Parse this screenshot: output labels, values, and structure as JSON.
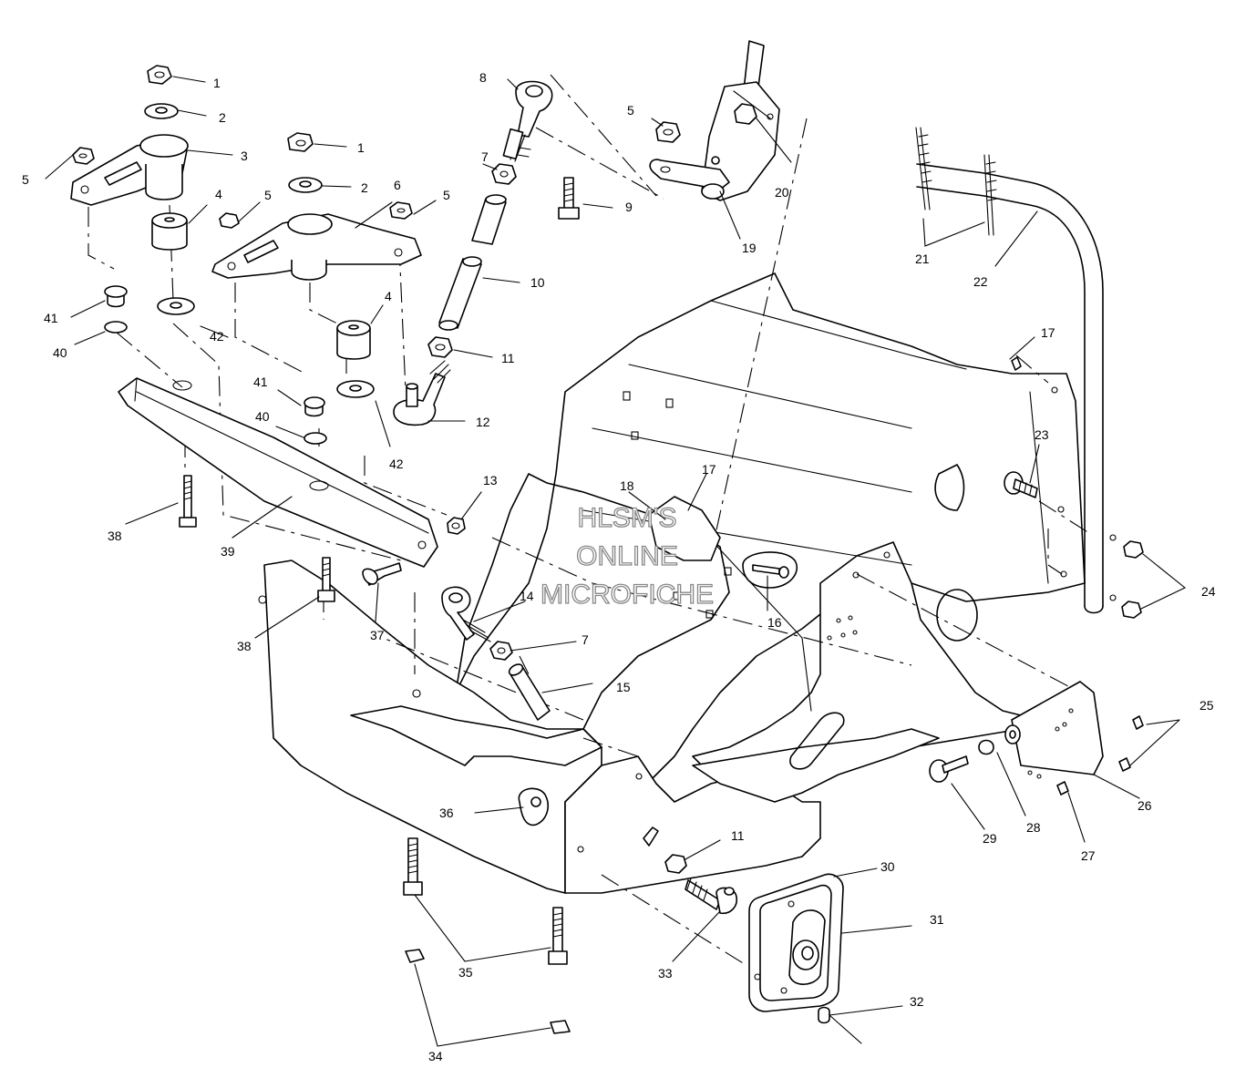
{
  "diagram": {
    "watermark": {
      "line1": "HLSM'S",
      "line2": "ONLINE",
      "line3": "MICROFICHE"
    },
    "callouts": {
      "c1a": "1",
      "c2a": "2",
      "c3": "3",
      "c5a": "5",
      "c4a": "4",
      "c41a": "41",
      "c40a": "40",
      "c1b": "1",
      "c2b": "2",
      "c6": "6",
      "c5b": "5",
      "c5c": "5",
      "c4b": "4",
      "c42a": "42",
      "c41b": "41",
      "c40b": "40",
      "c42b": "42",
      "c8": "8",
      "c7a": "7",
      "c9": "9",
      "c10": "10",
      "c11a": "11",
      "c12": "12",
      "c5d": "5",
      "c20": "20",
      "c19": "19",
      "c21": "21",
      "c22": "22",
      "c17a": "17",
      "c23": "23",
      "c24": "24",
      "c13": "13",
      "c18": "18",
      "c17b": "17",
      "c38a": "38",
      "c39": "39",
      "c38b": "38",
      "c37": "37",
      "c14": "14",
      "c7b": "7",
      "c15": "15",
      "c16": "16",
      "c25": "25",
      "c26": "26",
      "c27": "27",
      "c28": "28",
      "c29": "29",
      "c36": "36",
      "c11b": "11",
      "c30": "30",
      "c31": "31",
      "c32": "32",
      "c33": "33",
      "c35": "35",
      "c34": "34"
    }
  }
}
